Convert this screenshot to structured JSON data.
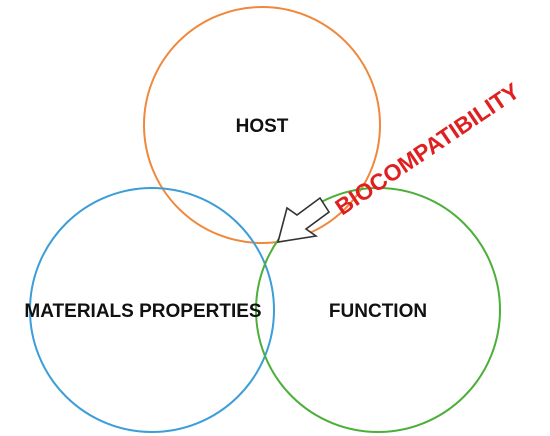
{
  "diagram": {
    "circles": [
      {
        "id": "host",
        "label": "HOST",
        "color": "#f0883c"
      },
      {
        "id": "materials",
        "label": "MATERIALS PROPERTIES",
        "color": "#3b9ed8"
      },
      {
        "id": "function",
        "label": "FUNCTION",
        "color": "#4caf3a"
      }
    ],
    "overlap_label": "BIOCOMPATIBILITY",
    "overlap_label_color": "#e02020",
    "arrow_icon": "hollow-arrow-icon"
  }
}
